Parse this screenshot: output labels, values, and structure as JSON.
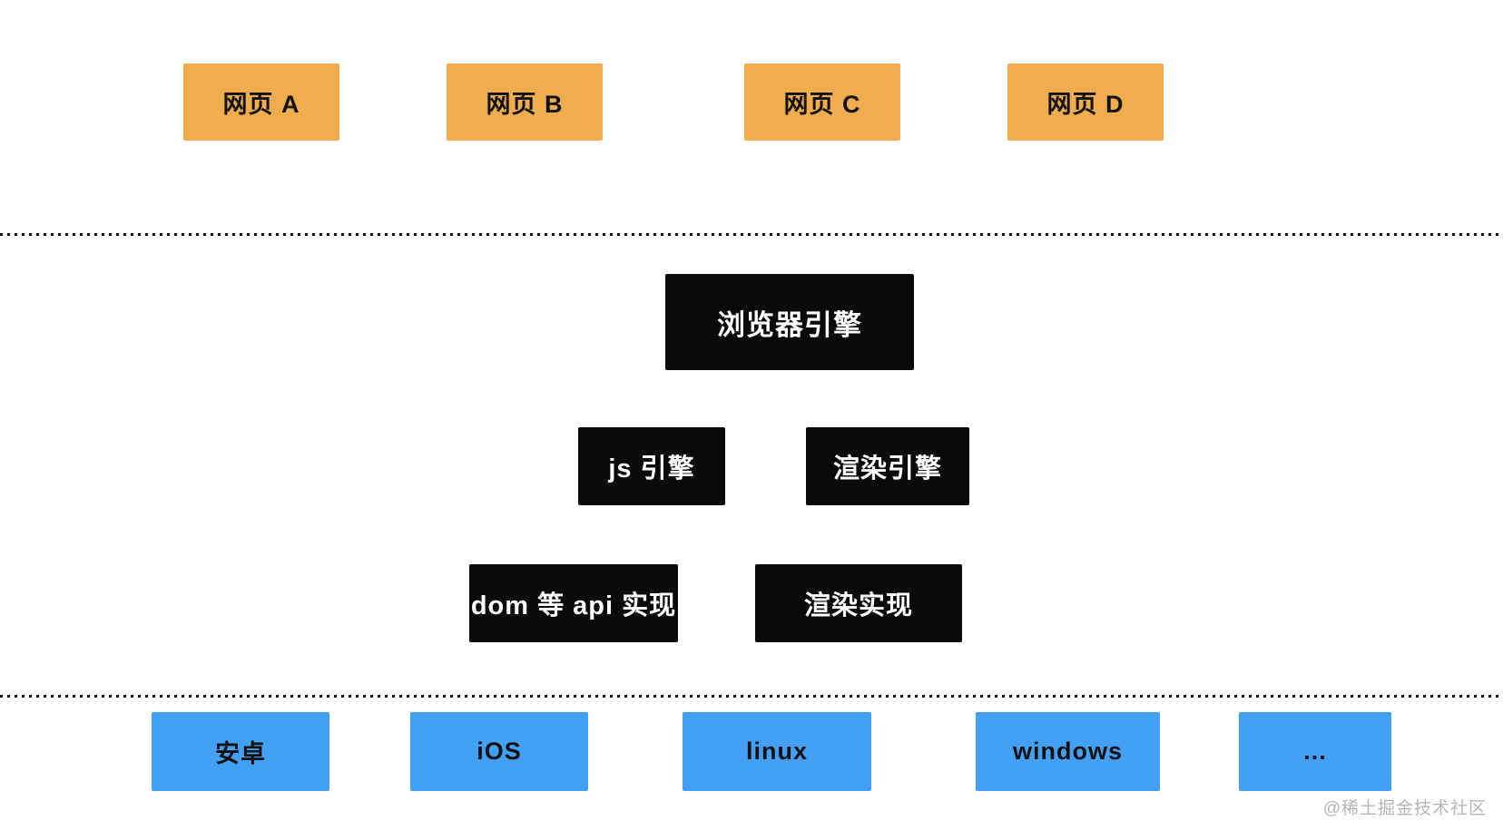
{
  "colors": {
    "page_bg": "#FFFFFF",
    "page_box_bg": "#F0AD4E",
    "engine_box_bg": "#0A0A0A",
    "os_box_bg": "#42A1F5",
    "box_text_dark": "#111111",
    "box_text_light": "#FFFFFF",
    "divider_dots": "#111111",
    "watermark_text": "#B5B5B5"
  },
  "diagram": {
    "web_pages": [
      {
        "label": "网页 A"
      },
      {
        "label": "网页 B"
      },
      {
        "label": "网页 C"
      },
      {
        "label": "网页 D"
      }
    ],
    "browser_engine": {
      "label": "浏览器引擎"
    },
    "engines": [
      {
        "label": "js 引擎"
      },
      {
        "label": "渲染引擎"
      }
    ],
    "implementations": [
      {
        "label": "dom 等 api 实现"
      },
      {
        "label": "渲染实现"
      }
    ],
    "platforms": [
      {
        "label": "安卓"
      },
      {
        "label": "iOS"
      },
      {
        "label": "linux"
      },
      {
        "label": "windows"
      },
      {
        "label": "..."
      }
    ],
    "watermark": "@稀土掘金技术社区"
  }
}
